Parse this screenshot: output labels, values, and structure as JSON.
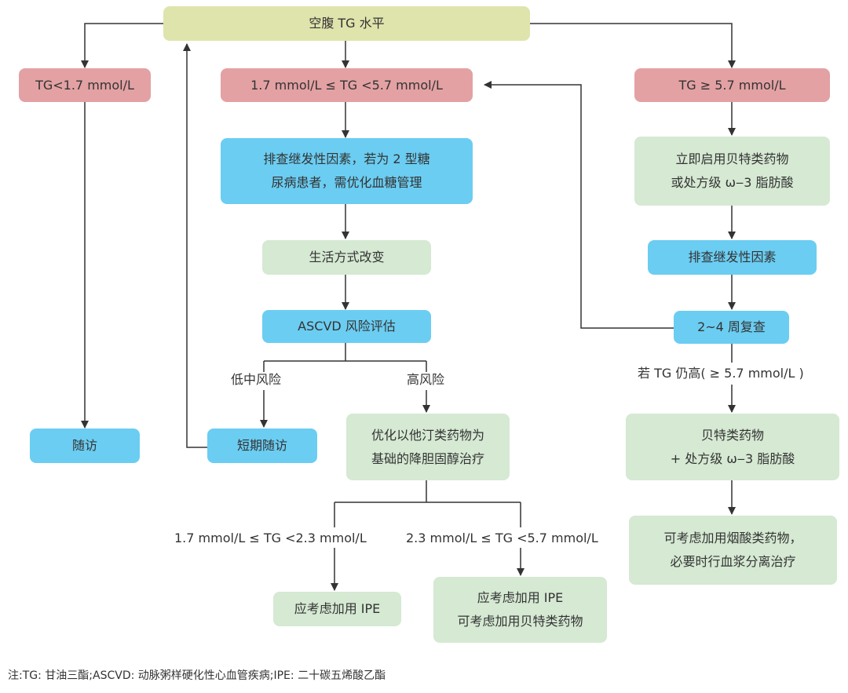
{
  "nodes": {
    "fasting_tg": "空腹 TG 水平",
    "tg_low": "TG<1.7 mmol/L",
    "tg_mid": "1.7 mmol/L ≤ TG <5.7 mmol/L",
    "tg_high": "TG ≥ 5.7 mmol/L",
    "secondary_check_diabetes": [
      "排查继发性因素，若为 2 型糖",
      "尿病患者，需优化血糖管理"
    ],
    "lifestyle": "生活方式改变",
    "ascvd_risk": "ASCVD 风险评估",
    "short_followup": "短期随访",
    "followup": "随访",
    "statin_base": [
      "优化以他汀类药物为",
      "基础的降胆固醇治疗"
    ],
    "consider_ipe": "应考虑加用 IPE",
    "consider_ipe_fibrate": [
      "应考虑加用 IPE",
      "可考虑加用贝特类药物"
    ],
    "fibrate_or_omega": [
      "立即启用贝特类药物",
      "或处方级 ω‒3 脂肪酸"
    ],
    "secondary_check": "排查继发性因素",
    "recheck": "2~4 周复查",
    "fibrate_plus_omega": [
      "贝特类药物",
      "+ 处方级 ω‒3 脂肪酸"
    ],
    "niacin": [
      "可考虑加用烟酸类药物，",
      "必要时行血浆分离治疗"
    ]
  },
  "labels": {
    "low_mid_risk": "低中风险",
    "high_risk": "高风险",
    "tg_still_high": "若 TG 仍高( ≥ 5.7 mmol/L )",
    "tg_17_23": "1.7 mmol/L ≤ TG <2.3 mmol/L",
    "tg_23_57": "2.3 mmol/L ≤ TG <5.7 mmol/L"
  },
  "note": "注:TG: 甘油三酯;ASCVD: 动脉粥样硬化性心血管疾病;IPE: 二十碳五烯酸乙酯",
  "colors": {
    "top": "#dfe4ac",
    "tg_band": "#e3a1a3",
    "action_blue": "#6bcdf2",
    "treatment_green": "#d5e9d3",
    "line": "#333333"
  }
}
